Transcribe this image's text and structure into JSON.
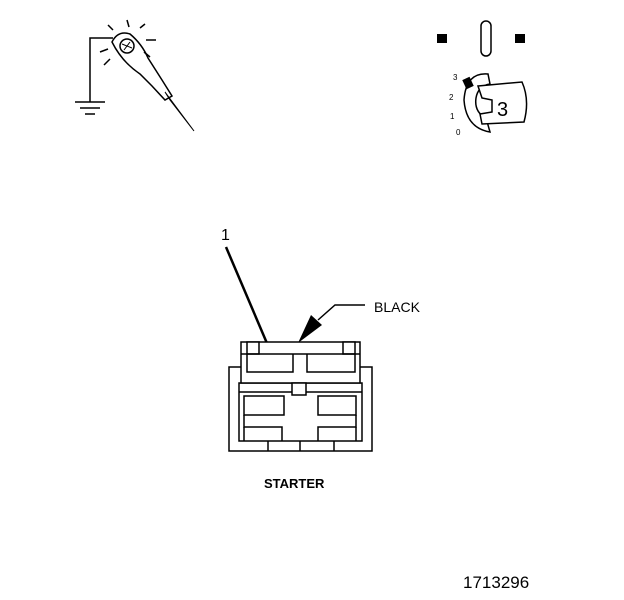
{
  "callout_number": "1",
  "wire_color_label": "BLACK",
  "component_label": "STARTER",
  "figure_id": "1713296",
  "key_switch": {
    "positions": [
      "3",
      "2",
      "1",
      "0"
    ],
    "key_label": "3"
  },
  "icons": {
    "test_light": "test-light-probe-icon",
    "ground": "ground-symbol-icon",
    "ignition": "ignition-key-switch-icon",
    "connector": "starter-connector-icon"
  }
}
